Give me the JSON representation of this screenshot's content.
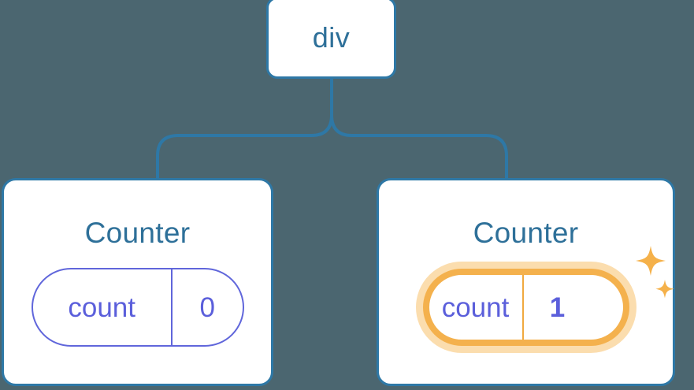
{
  "theme": {
    "background": "#4b6670",
    "node_border": "#2e78a6",
    "node_fill": "#ffffff",
    "title_text": "#2e7099",
    "state_accent": "#5b5fdb",
    "highlight_ring": "#f4b14d",
    "highlight_glow": "#fbddae",
    "sparkle": "#f5b14a"
  },
  "diagram": {
    "type": "component-tree",
    "root": {
      "label": "div"
    },
    "children": [
      {
        "label": "Counter",
        "state": {
          "key": "count",
          "value": "0"
        },
        "highlighted": false
      },
      {
        "label": "Counter",
        "state": {
          "key": "count",
          "value": "1"
        },
        "highlighted": true,
        "sparkle_large": "sparkle-icon",
        "sparkle_small": "sparkle-icon"
      }
    ]
  }
}
